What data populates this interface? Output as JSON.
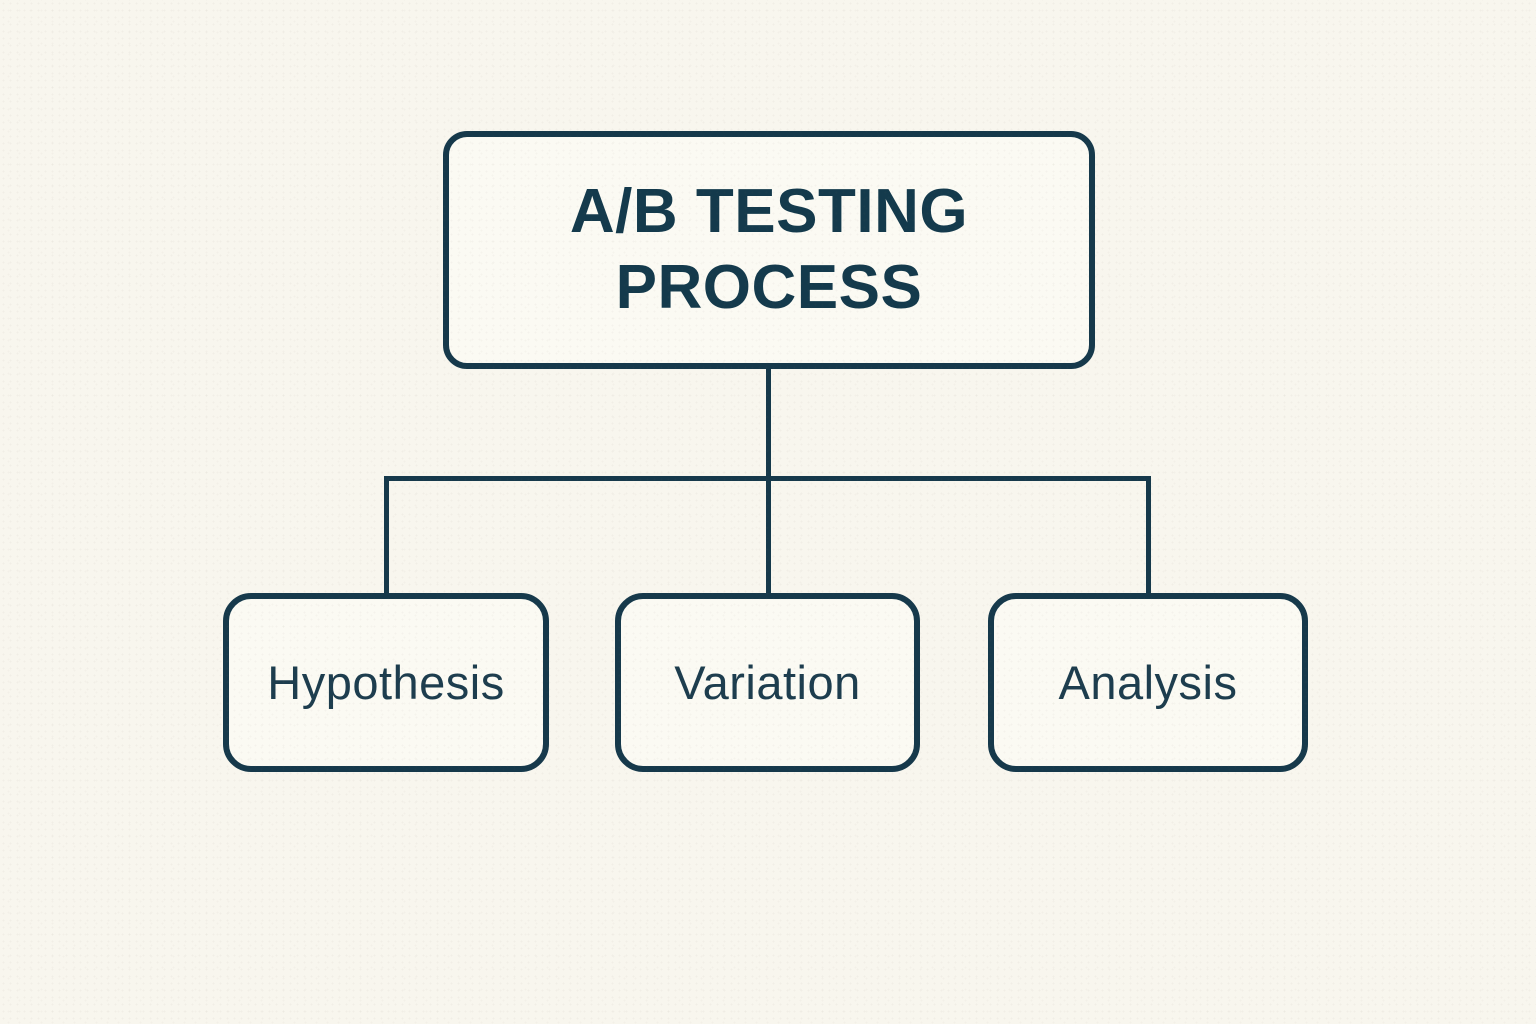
{
  "diagram": {
    "title": "A/B Testing Process flowchart",
    "root": {
      "label": "A/B TESTING PROCESS"
    },
    "children": [
      {
        "label": "Hypothesis"
      },
      {
        "label": "Variation"
      },
      {
        "label": "Analysis"
      }
    ],
    "colors": {
      "background": "#f8f6ee",
      "box_fill": "#fbfaf3",
      "line": "#16394b",
      "root_text": "#143a4c",
      "child_text": "#1d3d4e"
    }
  }
}
